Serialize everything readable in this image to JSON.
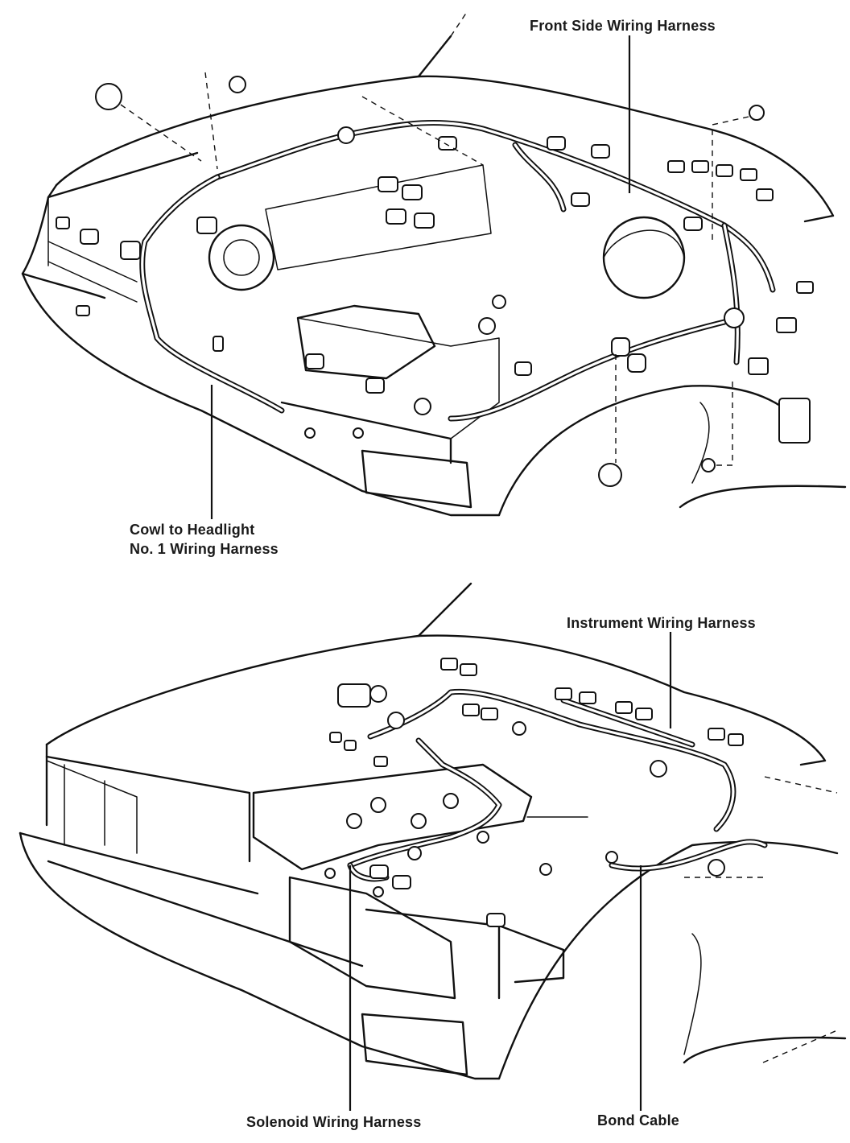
{
  "callouts": {
    "front_side_wiring_harness": "Front Side Wiring Harness",
    "cowl_to_headlight_line1": "Cowl to Headlight",
    "cowl_to_headlight_line2": "No. 1 Wiring Harness",
    "instrument_wiring_harness": "Instrument Wiring Harness",
    "solenoid_wiring_harness": "Solenoid Wiring Harness",
    "bond_cable": "Bond Cable"
  }
}
